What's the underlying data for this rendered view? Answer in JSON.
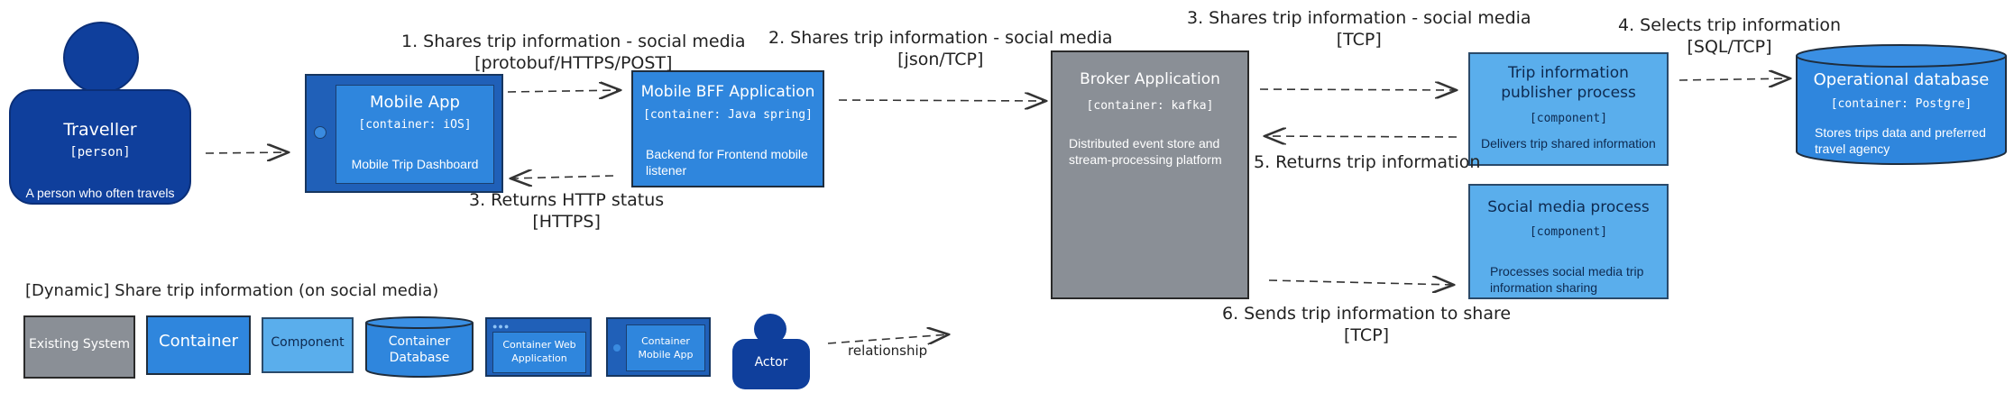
{
  "nodes": {
    "traveller": {
      "title": "Traveller",
      "tech": "[person]",
      "desc": "A person who often travels"
    },
    "mobile_app": {
      "title": "Mobile App",
      "tech": "[container: iOS]",
      "desc": "Mobile Trip Dashboard"
    },
    "bff": {
      "title": "Mobile BFF Application",
      "tech": "[container: Java spring]",
      "desc": "Backend for Frontend mobile listener"
    },
    "broker": {
      "title": "Broker Application",
      "tech": "[container: kafka]",
      "desc": "Distributed event store and stream-processing platform"
    },
    "publisher": {
      "title": "Trip information publisher process",
      "tech": "[component]",
      "desc": "Delivers trip shared information"
    },
    "social": {
      "title": "Social media process",
      "tech": "[component]",
      "desc": "Processes social media trip information sharing"
    },
    "opdb": {
      "title": "Operational database",
      "tech": "[container: Postgre]",
      "desc": "Stores trips data and preferred travel agency"
    }
  },
  "relations": {
    "r1": {
      "line1": "1. Shares trip information - social media",
      "line2": "[protobuf/HTTPS/POST]"
    },
    "r2": {
      "line1": "2. Shares trip information - social media",
      "line2": "[json/TCP]"
    },
    "r3a": {
      "line1": "3. Shares trip information - social media",
      "line2": "[TCP]"
    },
    "r3b": {
      "line1": "3. Returns HTTP status",
      "line2": "[HTTPS]"
    },
    "r4": {
      "line1": "4. Selects trip information",
      "line2": "[SQL/TCP]"
    },
    "r5": {
      "line1": "5. Returns trip information"
    },
    "r6": {
      "line1": "6. Sends trip information to share",
      "line2": "[TCP]"
    }
  },
  "legend": {
    "title": "[Dynamic] Share trip information (on social media)",
    "existing_system": "Existing System",
    "container": "Container",
    "component": "Component",
    "container_database": "Container Database",
    "container_web_app": "Container Web Application",
    "container_mobile_app": "Container Mobile App",
    "actor": "Actor",
    "relationship": "relationship"
  },
  "colors": {
    "person": "#0f3f9c",
    "container": "#2f86dd",
    "component": "#5aaeec",
    "existing": "#8a8f96",
    "mobile_shell": "#2060b8"
  }
}
